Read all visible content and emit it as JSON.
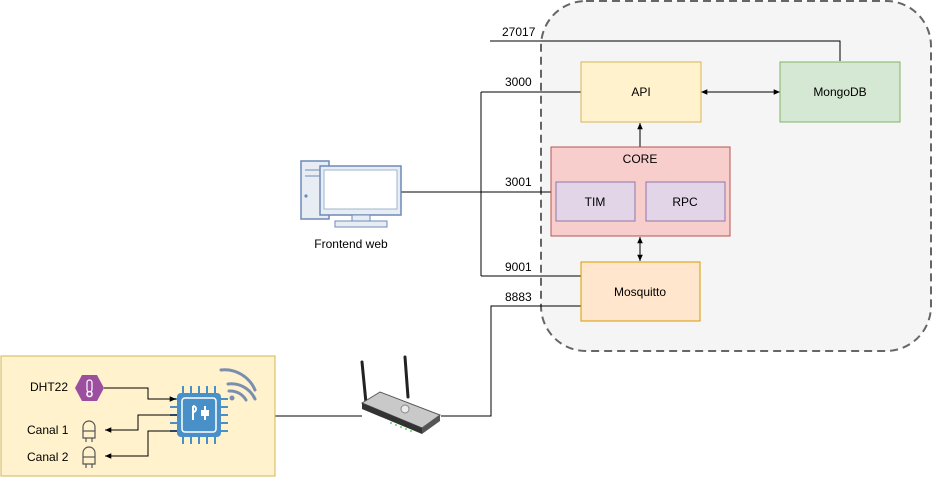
{
  "nodes": {
    "api": "API",
    "mongodb": "MongoDB",
    "core": "CORE",
    "tim": "TIM",
    "rpc": "RPC",
    "mosquitto": "Mosquitto",
    "frontend": "Frontend web",
    "dht22": "DHT22",
    "canal1": "Canal 1",
    "canal2": "Canal 2"
  },
  "ports": {
    "mongodb": "27017",
    "api": "3000",
    "core": "3001",
    "mosquitto_ws": "9001",
    "mosquitto_mqtt": "8883"
  },
  "colors": {
    "api_fill": "#fff2cc",
    "api_stroke": "#d6b656",
    "mongodb_fill": "#d5e8d4",
    "mongodb_stroke": "#82b366",
    "core_fill": "#f8cecc",
    "core_stroke": "#b85450",
    "inner_fill": "#e1d5e7",
    "inner_stroke": "#9673a6",
    "mosquitto_fill": "#ffe6cc",
    "mosquitto_stroke": "#d79b00",
    "server_bg": "#f5f5f5",
    "server_stroke": "#666666",
    "device_fill": "#fff2cc",
    "device_stroke": "#d6b656",
    "chip": "#4a90c8",
    "sensor": "#9b4f9e"
  },
  "icons": [
    "computer-icon",
    "router-icon",
    "microcontroller-icon",
    "wifi-icon",
    "thermometer-icon",
    "led-icon"
  ]
}
